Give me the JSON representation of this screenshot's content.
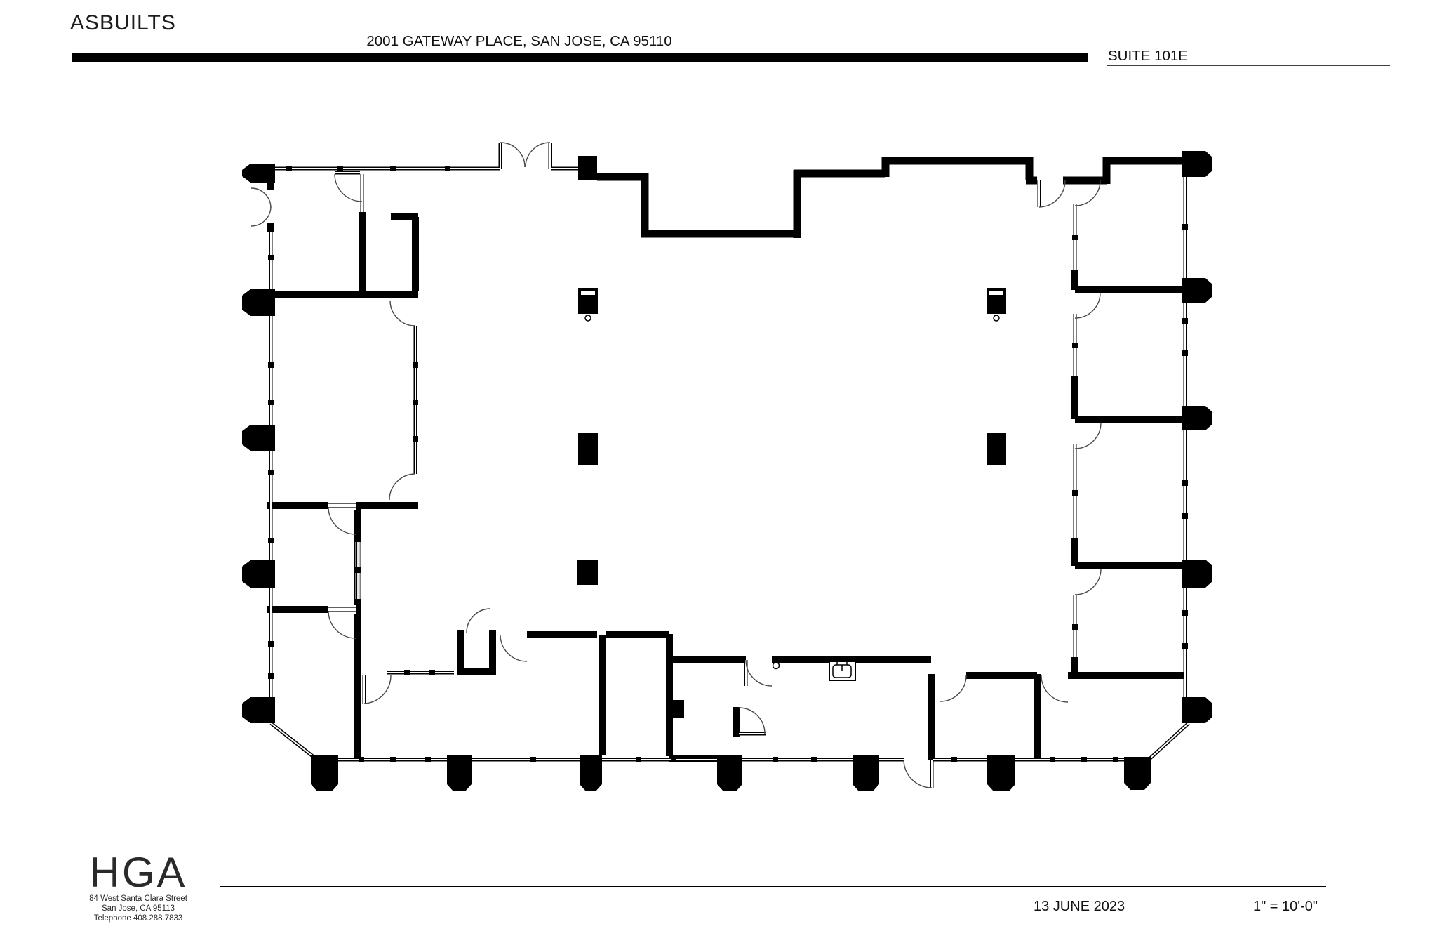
{
  "header": {
    "title": "ASBUILTS",
    "address": "2001 GATEWAY PLACE, SAN JOSE, CA 95110",
    "suite": "SUITE 101E"
  },
  "footer": {
    "logo_text": "HGA",
    "logo_address_line1": "84 West Santa Clara Street",
    "logo_address_line2": "San Jose, CA 95113",
    "logo_address_line3": "Telephone   408.288.7833",
    "date": "13 JUNE 2023",
    "scale": "1\" = 10'-0\""
  },
  "drawing": {
    "type": "architectural floor plan, as-built",
    "suite_shown": "Suite 101E",
    "background_color": "#ffffff",
    "wall_color": "#000000",
    "door_arc_color": "#4a4a4a"
  }
}
